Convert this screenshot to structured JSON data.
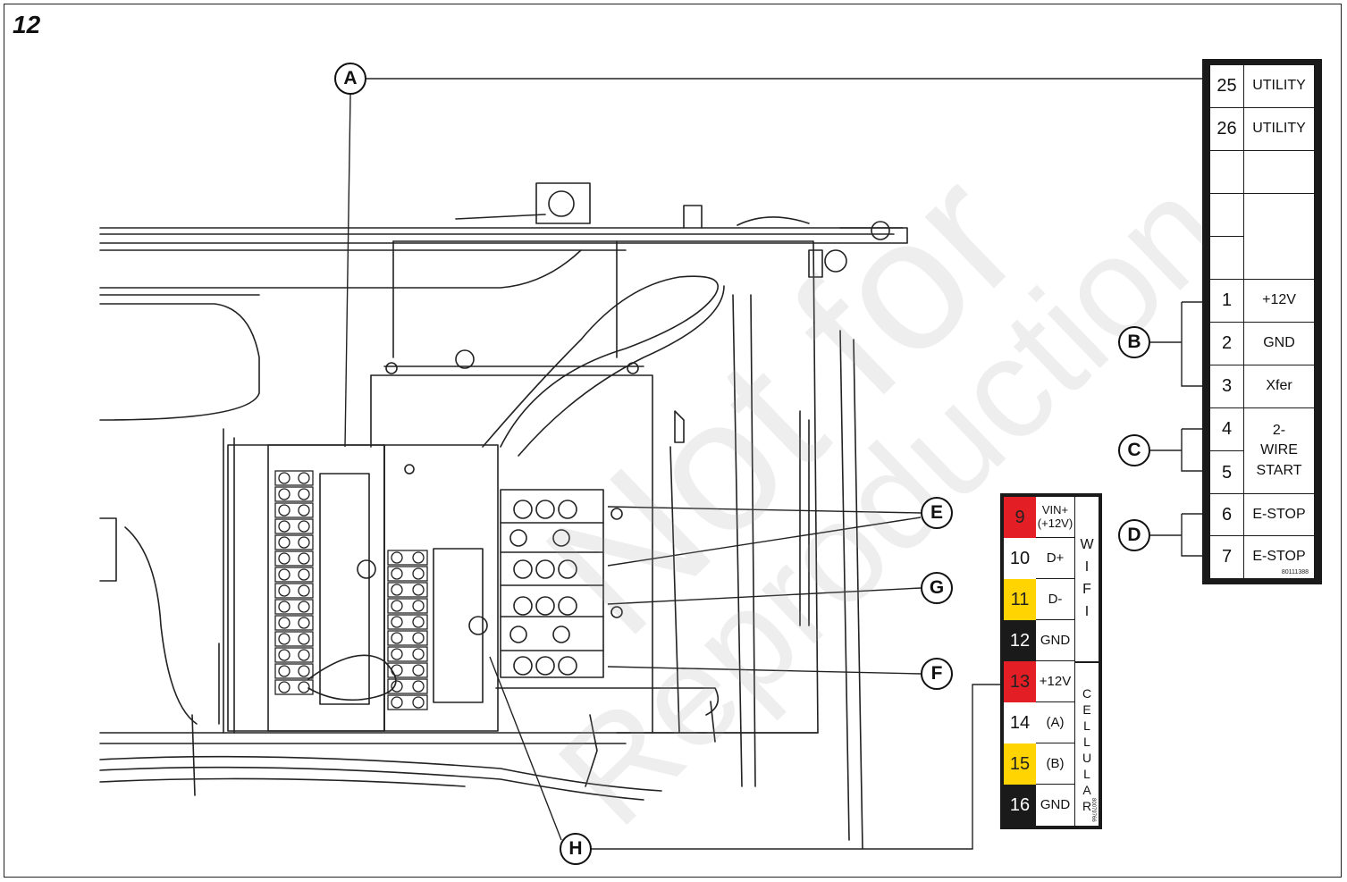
{
  "figure_number": "12",
  "watermark": {
    "line1": "Not for",
    "line2": "Reproduction"
  },
  "callouts": {
    "A": "A",
    "B": "B",
    "C": "C",
    "D": "D",
    "E": "E",
    "F": "F",
    "G": "G",
    "H": "H"
  },
  "main_terminal_block": {
    "part_number": "80111388",
    "rows": [
      {
        "num": "25",
        "label": "UTILITY"
      },
      {
        "num": "26",
        "label": "UTILITY"
      },
      {
        "num": "",
        "label": ""
      },
      {
        "num": "",
        "label": ""
      },
      {
        "num": "",
        "label": ""
      },
      {
        "num": "1",
        "label": "+12V"
      },
      {
        "num": "2",
        "label": "GND"
      },
      {
        "num": "3",
        "label": "Xfer"
      },
      {
        "num": "4",
        "label": "2-WIRE START"
      },
      {
        "num": "5",
        "label": ""
      },
      {
        "num": "6",
        "label": "E-STOP"
      },
      {
        "num": "7",
        "label": "E-STOP"
      }
    ]
  },
  "comm_terminal_block": {
    "part_number": "80079766",
    "colors": {
      "red": "#e31e24",
      "white": "#ffffff",
      "yellow": "#ffd400",
      "black": "#1a1a1a"
    },
    "rows": [
      {
        "num": "9",
        "label": "VIN+ (+12V)",
        "color": "red"
      },
      {
        "num": "10",
        "label": "D+",
        "color": "white"
      },
      {
        "num": "11",
        "label": "D-",
        "color": "yellow"
      },
      {
        "num": "12",
        "label": "GND",
        "color": "black"
      },
      {
        "num": "13",
        "label": "+12V",
        "color": "red"
      },
      {
        "num": "14",
        "label": "(A)",
        "color": "white"
      },
      {
        "num": "15",
        "label": "(B)",
        "color": "yellow"
      },
      {
        "num": "16",
        "label": "GND",
        "color": "black"
      }
    ],
    "group_labels": [
      "WIFI",
      "CELLULAR"
    ]
  }
}
